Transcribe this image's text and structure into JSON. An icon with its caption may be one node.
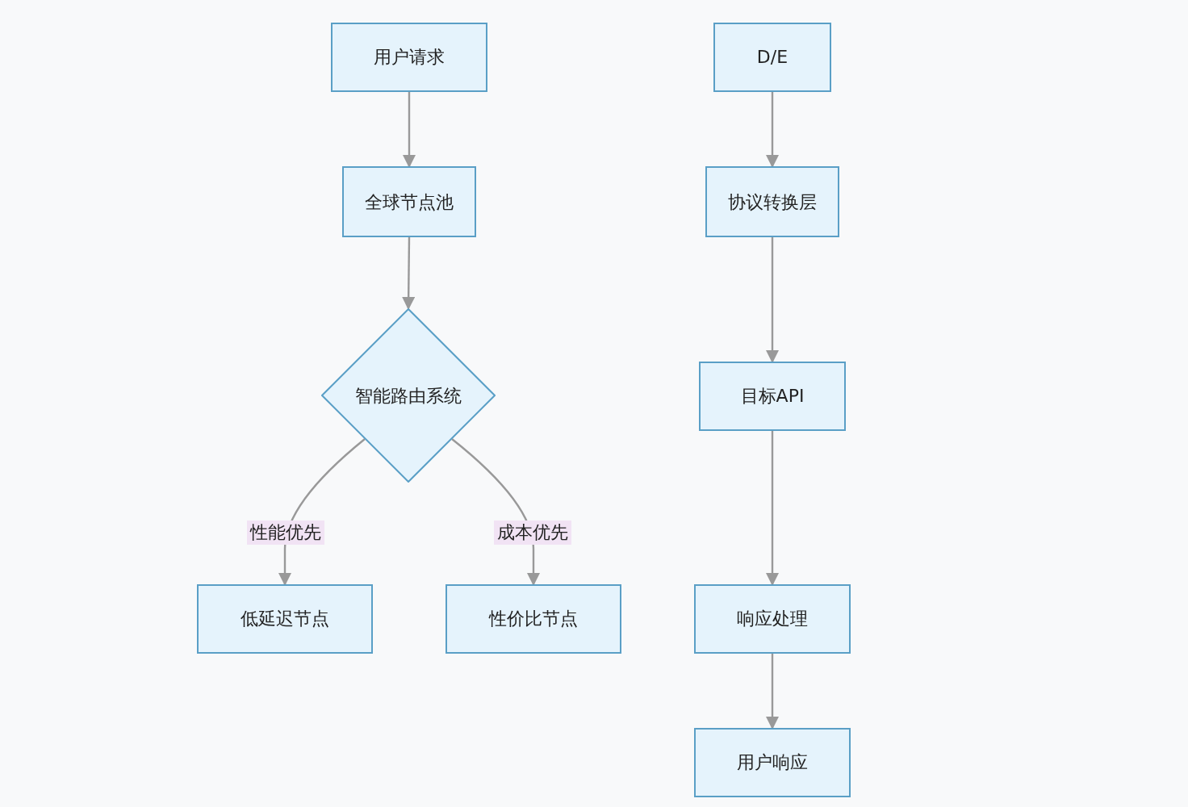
{
  "diagram": {
    "nodes": [
      {
        "text": [
          "用户请求"
        ]
      },
      {
        "text": [
          "全球节点池"
        ]
      },
      {
        "text": [
          "智能路由系统"
        ]
      },
      {
        "text": [
          "低延迟节点"
        ]
      },
      {
        "text": [
          "性价比节点"
        ]
      },
      {
        "text": [
          "D/E"
        ]
      },
      {
        "text": [
          "协议转换层"
        ]
      },
      {
        "text": [
          "目标API"
        ]
      },
      {
        "text": [
          "响应处理"
        ]
      },
      {
        "text": [
          "用户响应"
        ]
      }
    ],
    "edges": [
      {
        "from": 0,
        "to": 1,
        "arrow": "to"
      },
      {
        "from": 1,
        "to": 2,
        "arrow": "to"
      },
      {
        "from": 2,
        "to": 3,
        "arrow": "to",
        "label": "性能优先"
      },
      {
        "from": 2,
        "to": 4,
        "arrow": "to",
        "label": "成本优先"
      },
      {
        "from": 5,
        "to": 6,
        "arrow": "to"
      },
      {
        "from": 6,
        "to": 7,
        "arrow": "to"
      },
      {
        "from": 7,
        "to": 8,
        "arrow": "to"
      },
      {
        "from": 8,
        "to": 9,
        "arrow": "to"
      }
    ]
  }
}
